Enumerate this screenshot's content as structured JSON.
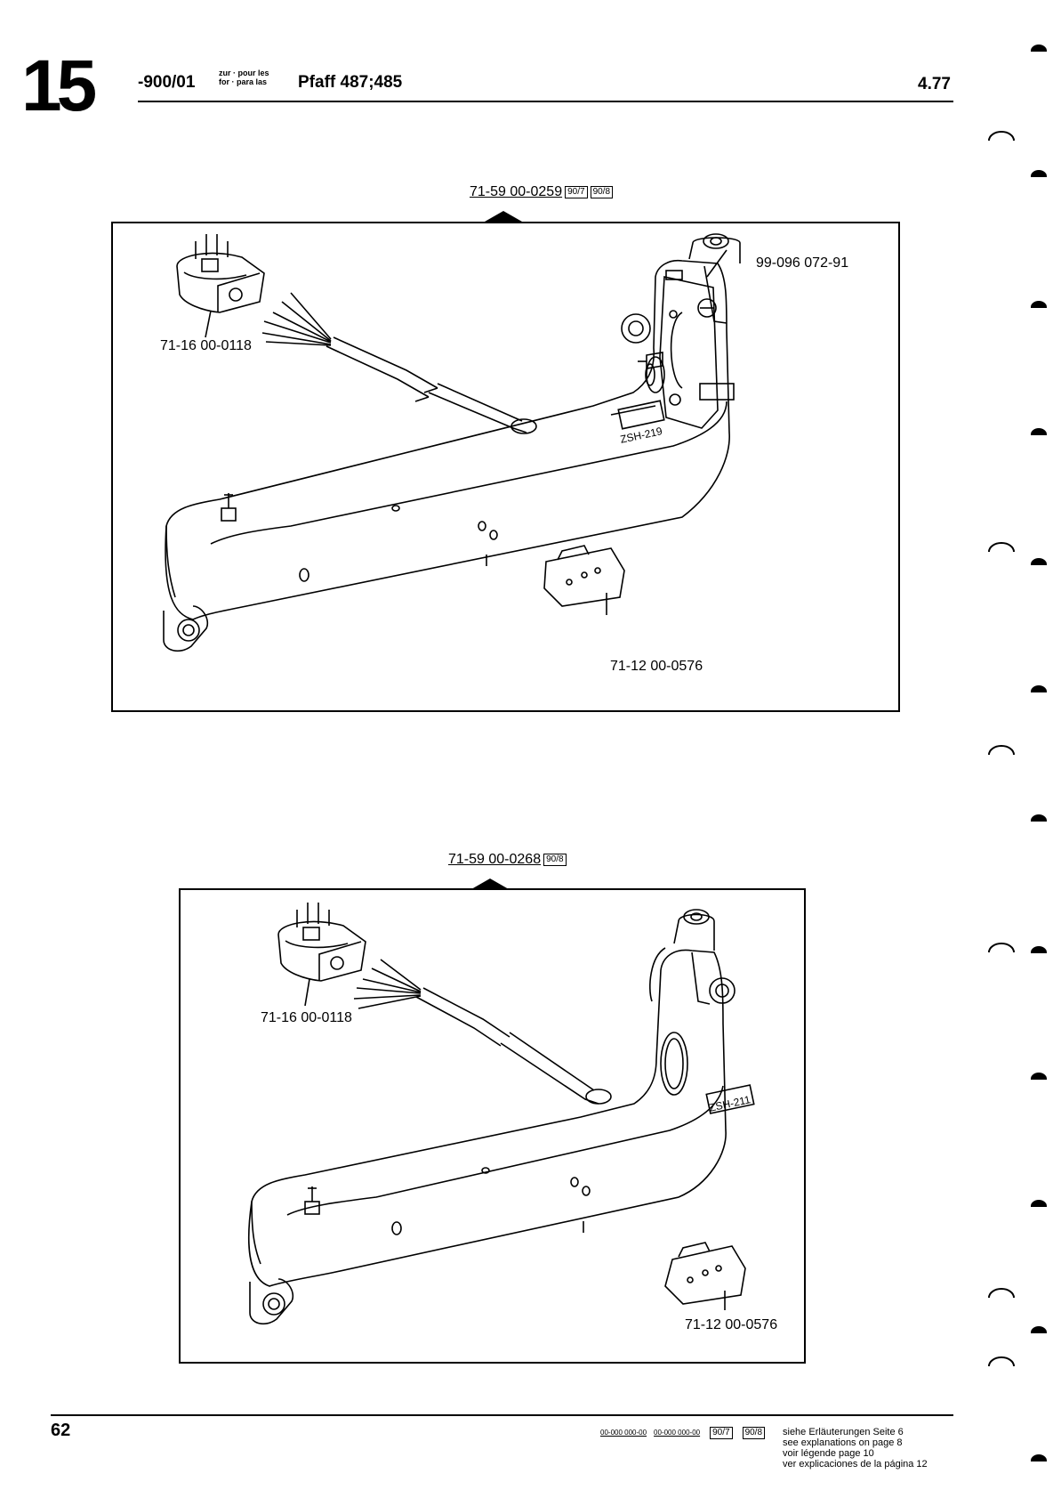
{
  "header": {
    "section": "15",
    "model_code": "-900/01",
    "for_line1": "zur · pour les",
    "for_line2": "for · para las",
    "machine": "Pfaff 487;485",
    "date": "4.77"
  },
  "assembly_top": {
    "code": "71-59 00-0259",
    "badges": [
      "90/7",
      "90/8"
    ],
    "parts": {
      "connector": "71-16 00-0118",
      "bracket": "99-096 072-91",
      "microswitch": "71-12 00-0576",
      "plate": "ZSH-219"
    }
  },
  "assembly_bottom": {
    "code": "71-59 00-0268",
    "badges": [
      "90/8"
    ],
    "parts": {
      "connector": "71-16 00-0118",
      "microswitch": "71-12 00-0576",
      "plate": "ZSH-211"
    }
  },
  "footer": {
    "page": "62",
    "code_a": "00-000 000-00",
    "code_b": "00-000 000-00",
    "badges": [
      "90/7",
      "90/8"
    ],
    "legend": [
      "siehe Erläuterungen Seite 6",
      "see explanations on page 8",
      "voir légende page 10",
      "ver explicaciones de la página 12"
    ]
  }
}
